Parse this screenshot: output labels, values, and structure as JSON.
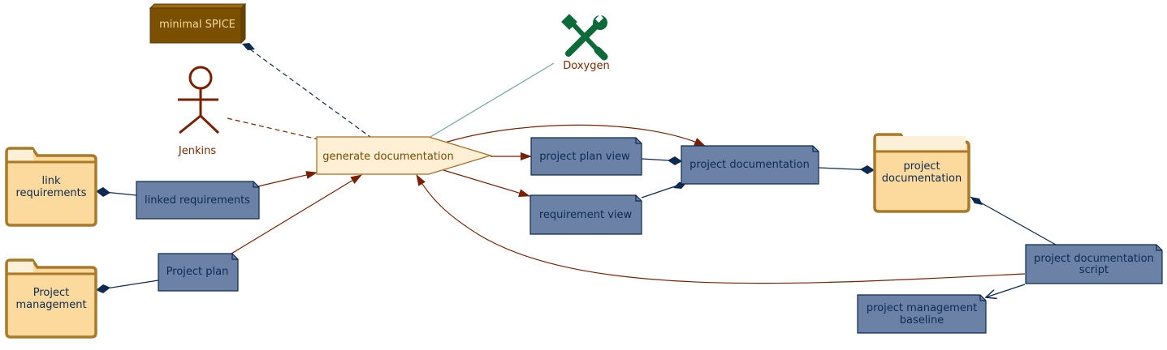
{
  "colors": {
    "artifact_fill": "#6b82a6",
    "artifact_stroke": "#0d2a52",
    "folder_fill": "#fcd99c",
    "folder_stroke": "#a87a2a",
    "process_fill": "#ffefd5",
    "process_stroke": "#a86b1f",
    "spice_fill": "#7a4f00",
    "flow_arrow": "#7a2000",
    "tool_green": "#0d6b3a"
  },
  "nodes": {
    "minimal_spice": "minimal SPICE",
    "doxygen": "Doxygen",
    "jenkins": "Jenkins",
    "generate_documentation": "generate documentation",
    "link_requirements": [
      "link",
      "requirements"
    ],
    "linked_requirements": "linked requirements",
    "project_management": [
      "Project",
      "management"
    ],
    "project_plan": "Project plan",
    "project_plan_view": "project plan view",
    "requirement_view": "requirement view",
    "project_documentation_artifact": "project documentation",
    "project_documentation_folder": [
      "project",
      "documentation"
    ],
    "project_documentation_script": [
      "project documentation",
      "script"
    ],
    "project_management_baseline": [
      "project management",
      "baseline"
    ]
  },
  "icons": {
    "doxygen": "tools-icon",
    "jenkins": "actor-icon",
    "minimal_spice": "box-icon"
  }
}
